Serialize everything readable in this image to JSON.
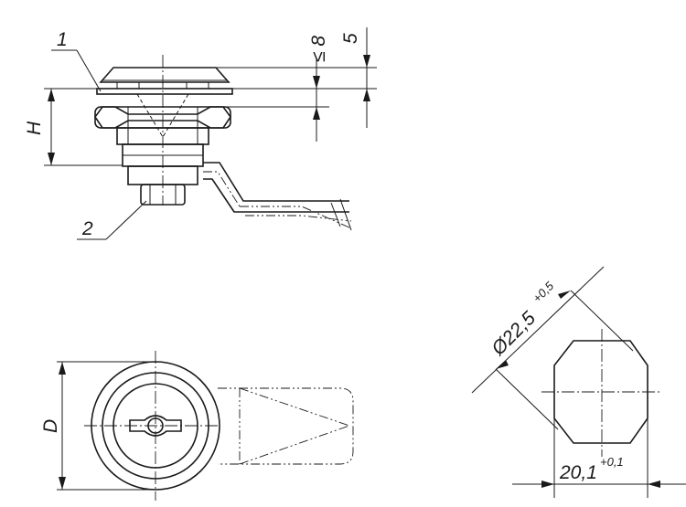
{
  "labels": {
    "callout_1": "1",
    "callout_2": "2",
    "dim_h": "H",
    "dim_d": "D",
    "dim_max_thickness": "≤ 8",
    "dim_5": "5",
    "dim_diameter": "Ø22,5",
    "dim_diameter_tol": "+0,5",
    "dim_width": "20,1",
    "dim_width_tol": "+0,1"
  }
}
